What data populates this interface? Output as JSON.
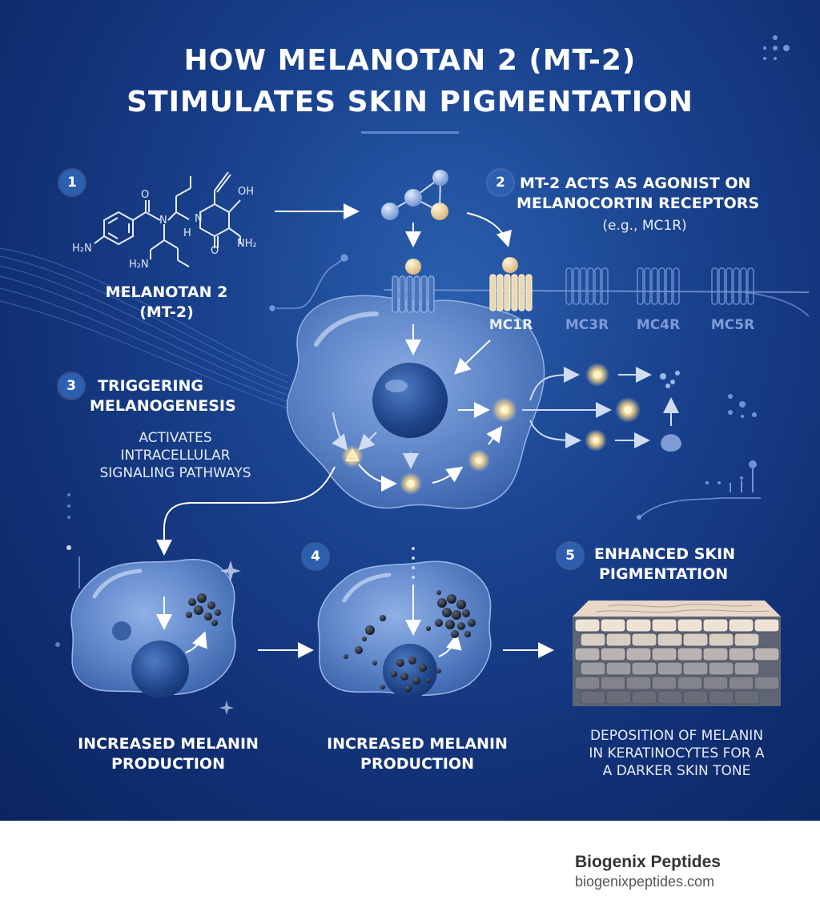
{
  "title": {
    "line1": "HOW MELANOTAN 2 (MT-2)",
    "line2": "STIMULATES SKIN PIGMENTATION"
  },
  "steps": [
    {
      "number": "1",
      "label_line1": "MELANOTAN 2",
      "label_line2": "(MT-2)"
    },
    {
      "number": "2",
      "header_line1": "MT-2 ACTS AS AGONIST ON",
      "header_line2": "MELANOCORTIN RECEPTORS",
      "note": "(e.g., MC1R)"
    },
    {
      "number": "3",
      "header_line1": "TRIGGERING",
      "header_line2": "MELANOGENESIS",
      "sub_line1": "ACTIVATES",
      "sub_line2": "INTRACELLULAR",
      "sub_line3": "SIGNALING PATHWAYS"
    },
    {
      "number": "4"
    },
    {
      "number": "5",
      "header_line1": "ENHANCED SKIN",
      "header_line2": "PIGMENTATION",
      "sub_line1": "DEPOSITION OF MELANIN",
      "sub_line2": "IN KERATINOCYTES FOR A",
      "sub_line3": "A DARKER SKIN TONE"
    }
  ],
  "receptors": [
    "MC1R",
    "MC3R",
    "MC4R",
    "MC5R"
  ],
  "chemistry": {
    "oh": "OH",
    "o1": "O",
    "o2": "O",
    "n1": "N",
    "n2": "N",
    "hn": "H",
    "nh2": "NH₂",
    "h2n_left": "H₂N",
    "h2n_bottom": "H₂N"
  },
  "outcomes": [
    {
      "line1": "INCREASED MELANIN",
      "line2": "PRODUCTION"
    },
    {
      "line1": "INCREASED MELANIN",
      "line2": "PRODUCTION"
    }
  ],
  "footer": {
    "brand": "Biogenix Peptides",
    "url": "biogenixpeptides.com"
  },
  "colors": {
    "bg_dark": "#0b2560",
    "bg_mid": "#1a438f",
    "cell": "#6f95d4",
    "accent": "#2d5fb0",
    "glow": "#f6d48a"
  }
}
